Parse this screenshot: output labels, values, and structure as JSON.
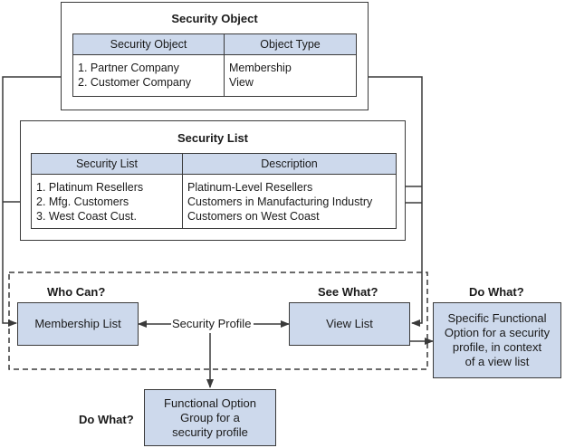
{
  "security_object": {
    "title": "Security Object",
    "columns": [
      "Security Object",
      "Object Type"
    ],
    "rows": [
      [
        "1. Partner Company",
        "Membership"
      ],
      [
        "2. Customer Company",
        "View"
      ]
    ]
  },
  "security_list": {
    "title": "Security List",
    "columns": [
      "Security List",
      "Description"
    ],
    "rows": [
      [
        "1. Platinum Resellers",
        "Platinum-Level Resellers"
      ],
      [
        "2. Mfg. Customers",
        "Customers in Manufacturing Industry"
      ],
      [
        "3. West Coast Cust.",
        "Customers on West Coast"
      ]
    ]
  },
  "profile": {
    "who_can_label": "Who Can?",
    "see_what_label": "See What?",
    "membership_list": "Membership List",
    "view_list": "View List",
    "security_profile": "Security Profile",
    "do_what_right_label": "Do What?",
    "do_what_right_box": [
      "Specific Functional",
      "Option for a security",
      "profile, in context",
      "of a view list"
    ],
    "do_what_bottom_label": "Do What?",
    "do_what_bottom_box": [
      "Functional Option",
      "Group for a",
      "security profile"
    ]
  },
  "colors": {
    "node_fill": "#cdd9ec",
    "stroke": "#3a3a3a"
  }
}
